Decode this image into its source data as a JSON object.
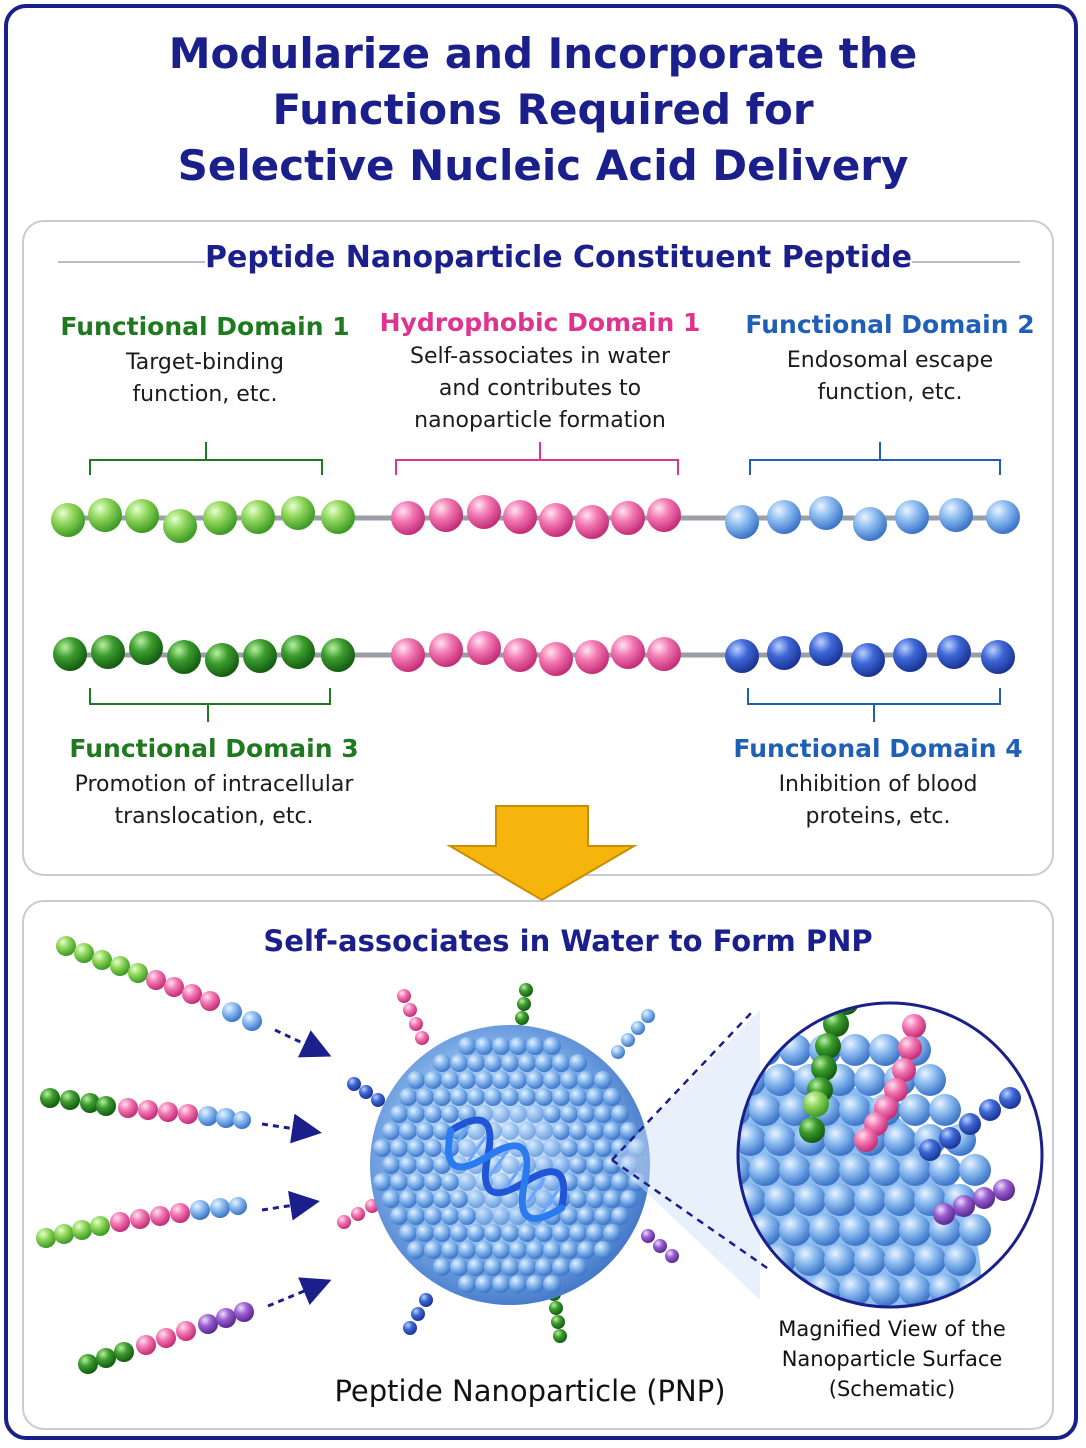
{
  "title": {
    "line1": "Modularize and Incorporate the",
    "line2": "Functions Required for",
    "line3": "Selective Nucleic Acid Delivery"
  },
  "top_panel": {
    "heading": "Peptide Nanoparticle Constituent Peptide",
    "domains": [
      {
        "title": "Functional Domain 1",
        "desc1": "Target-binding",
        "desc2": "function, etc.",
        "desc3": ""
      },
      {
        "title": "Hydrophobic Domain 1",
        "desc1": "Self-associates in water",
        "desc2": "and contributes to",
        "desc3": "nanoparticle formation"
      },
      {
        "title": "Functional Domain 2",
        "desc1": "Endosomal escape",
        "desc2": "function, etc.",
        "desc3": ""
      },
      {
        "title": "Functional Domain 3",
        "desc1": "Promotion of intracellular",
        "desc2": "translocation, etc.",
        "desc3": ""
      },
      {
        "title": "Functional Domain 4",
        "desc1": "Inhibition of blood",
        "desc2": "proteins, etc.",
        "desc3": ""
      }
    ]
  },
  "bottom_panel": {
    "heading": "Self-associates in Water to Form PNP",
    "pnp_label": "Peptide Nanoparticle (PNP)",
    "magnified_line1": "Magnified View of the",
    "magnified_line2": "Nanoparticle Surface",
    "magnified_line3": "(Schematic)"
  },
  "colors": {
    "navy": "#1a1f8c",
    "green_light": "#7fd04a",
    "green_dark": "#2f9a2a",
    "pink": "#f06aa8",
    "blue_light": "#7fb2ee",
    "blue_dark": "#2f5fd0",
    "purple": "#8e4fc6",
    "arrow_yellow": "#f5b50d"
  }
}
